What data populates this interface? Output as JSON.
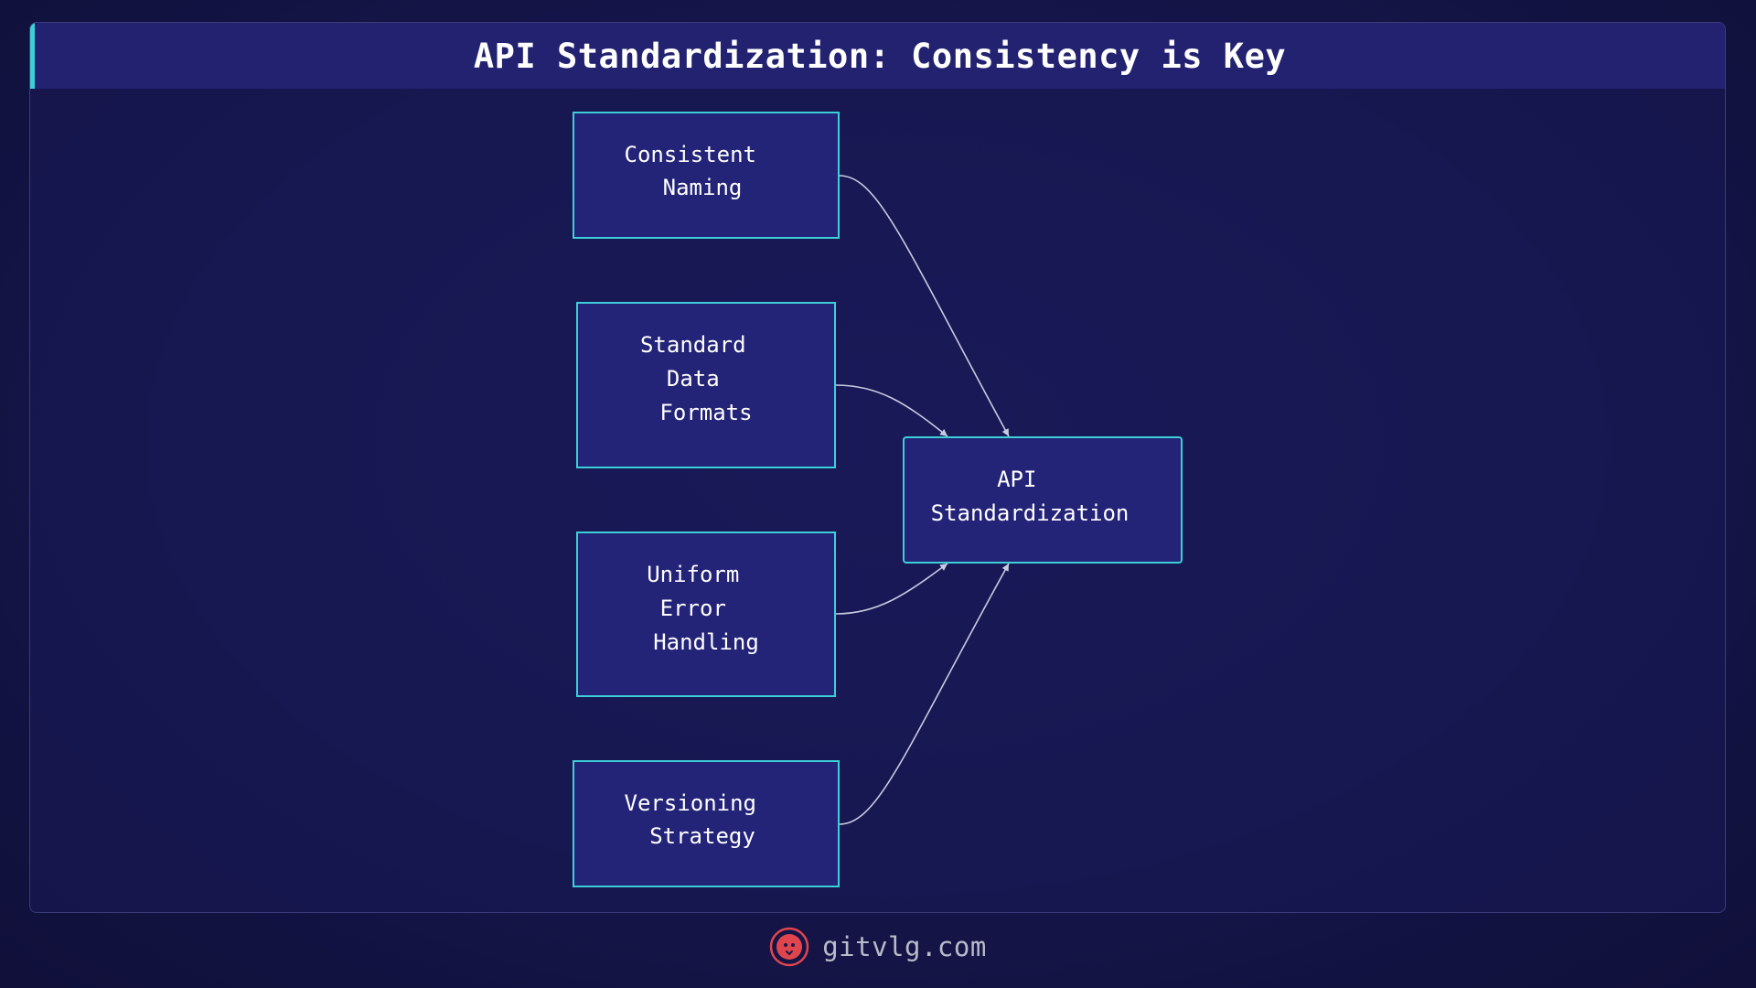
{
  "title": "API Standardization: Consistency is Key",
  "colors": {
    "background": "#15154a",
    "panel": "#1a1a58",
    "title_bar": "#222271",
    "accent": "#3dcfd8",
    "node_fill": "#232378",
    "edge": "#c9cbe0",
    "text": "#ffffff",
    "footer_text": "#b9bbc9",
    "logo": "#e0454d"
  },
  "diagram": {
    "nodes": [
      {
        "id": "naming",
        "lines": [
          "Consistent",
          "Naming"
        ]
      },
      {
        "id": "formats",
        "lines": [
          "Standard",
          "Data",
          "Formats"
        ]
      },
      {
        "id": "errors",
        "lines": [
          "Uniform",
          "Error",
          "Handling"
        ]
      },
      {
        "id": "versioning",
        "lines": [
          "Versioning",
          "Strategy"
        ]
      },
      {
        "id": "api",
        "lines": [
          "API",
          "Standardization"
        ]
      }
    ],
    "edges": [
      {
        "from": "naming",
        "to": "api"
      },
      {
        "from": "formats",
        "to": "api"
      },
      {
        "from": "errors",
        "to": "api"
      },
      {
        "from": "versioning",
        "to": "api"
      }
    ]
  },
  "footer": {
    "logo_icon": "lion-head-icon",
    "text": "gitvlg.com"
  }
}
